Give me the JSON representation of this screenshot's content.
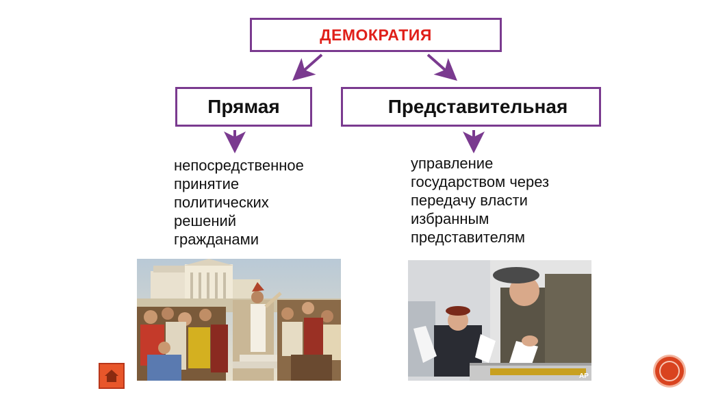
{
  "diagram": {
    "root": "ДЕМОКРАТИЯ",
    "left": {
      "title": "Прямая",
      "description": [
        "непосредственное",
        "принятие",
        "политических",
        "решений",
        "гражданами"
      ]
    },
    "right": {
      "title": "Представительная",
      "description": [
        "управление",
        "государством через",
        "передачу власти",
        "избранным",
        "представителям"
      ]
    }
  },
  "images": {
    "right_credit": "AP"
  },
  "colors": {
    "accent": "#7a3a8f",
    "title": "#e0201a",
    "button": "#e8562a"
  },
  "icons": {
    "home": "home-icon",
    "nav": "circle-button-icon"
  }
}
